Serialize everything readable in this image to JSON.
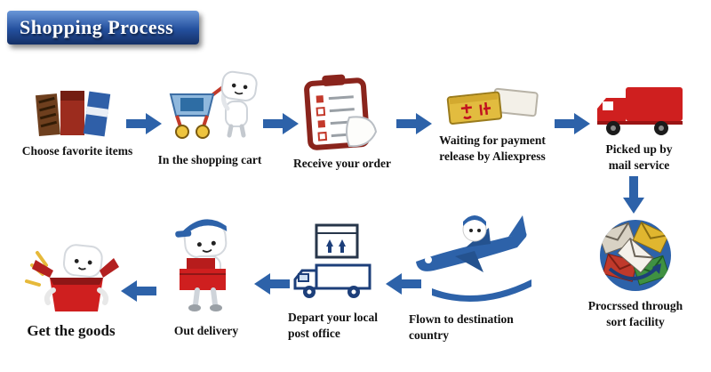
{
  "banner": {
    "title": "Shopping Process"
  },
  "steps": {
    "top": [
      {
        "label": "Choose favorite items",
        "icon": "favorite-items-icon"
      },
      {
        "label": "In the shopping cart",
        "icon": "shopping-cart-icon"
      },
      {
        "label": "Receive your order",
        "icon": "order-checklist-icon"
      },
      {
        "label": "Waiting for payment release by Aliexpress",
        "icon": "payment-card-icon"
      },
      {
        "label": "Picked up by mail service",
        "icon": "mail-truck-icon"
      }
    ],
    "bottom": [
      {
        "label": "Procrssed through sort facility",
        "icon": "sort-facility-icon"
      },
      {
        "label": "Flown to destination country",
        "icon": "airplane-icon"
      },
      {
        "label": "Depart your local post office",
        "icon": "post-office-truck-icon"
      },
      {
        "label": "Out delivery",
        "icon": "delivery-character-icon"
      },
      {
        "label": "Get the goods",
        "icon": "open-box-icon"
      }
    ]
  },
  "arrows": {
    "icons": [
      "right-arrow-icon",
      "down-arrow-icon",
      "left-arrow-icon"
    ]
  },
  "colors": {
    "banner_blue": "#24509e",
    "arrow_blue": "#2d62a9",
    "accent_red": "#cf1f1f",
    "deep_blue": "#1d3f7a",
    "gold": "#e2bc3f"
  }
}
